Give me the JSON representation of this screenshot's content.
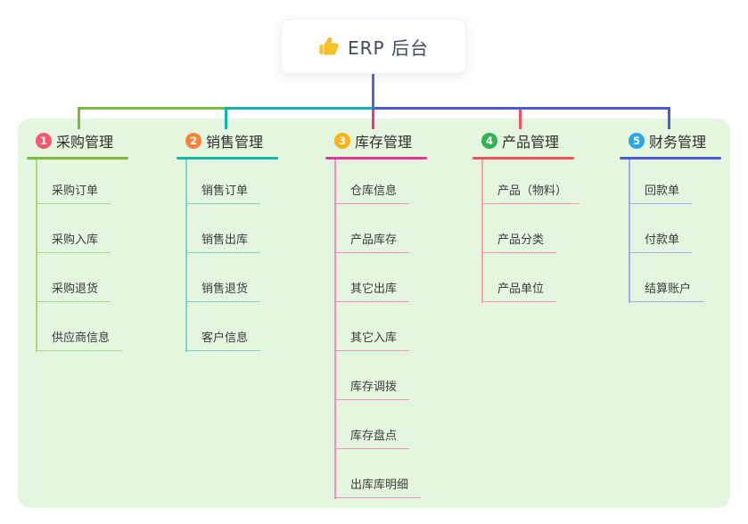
{
  "root": {
    "label": "ERP 后台",
    "icon": "thumbs-up-icon",
    "icon_color": "#f7c227"
  },
  "colors": {
    "panel_bg": "#e4f5e0",
    "root_line": "#5866db",
    "card_text": "#3d4a63"
  },
  "branches": [
    {
      "badge": "1",
      "label": "采购管理",
      "badge_color": "#f8576e",
      "line_color": "#7cba3d",
      "item_line_color": "#abd879",
      "items": [
        "采购订单",
        "采购入库",
        "采购退货",
        "供应商信息"
      ]
    },
    {
      "badge": "2",
      "label": "销售管理",
      "badge_color": "#f8823b",
      "line_color": "#13b6ac",
      "item_line_color": "#79d6cb",
      "items": [
        "销售订单",
        "销售出库",
        "销售退货",
        "客户信息"
      ]
    },
    {
      "badge": "3",
      "label": "库存管理",
      "badge_color": "#fbb318",
      "line_color": "#e73499",
      "item_line_color": "#f490c5",
      "items": [
        "仓库信息",
        "产品库存",
        "其它出库",
        "其它入库",
        "库存调拨",
        "库存盘点",
        "出库库明细"
      ]
    },
    {
      "badge": "4",
      "label": "产品管理",
      "badge_color": "#31b353",
      "line_color": "#f5515c",
      "item_line_color": "#f9a3a8",
      "items": [
        "产品（物料）",
        "产品分类",
        "产品单位"
      ]
    },
    {
      "badge": "5",
      "label": "财务管理",
      "badge_color": "#2ba7e4",
      "line_color": "#4a5bd6",
      "item_line_color": "#9fadea",
      "items": [
        "回款单",
        "付款单",
        "结算账户"
      ]
    }
  ]
}
